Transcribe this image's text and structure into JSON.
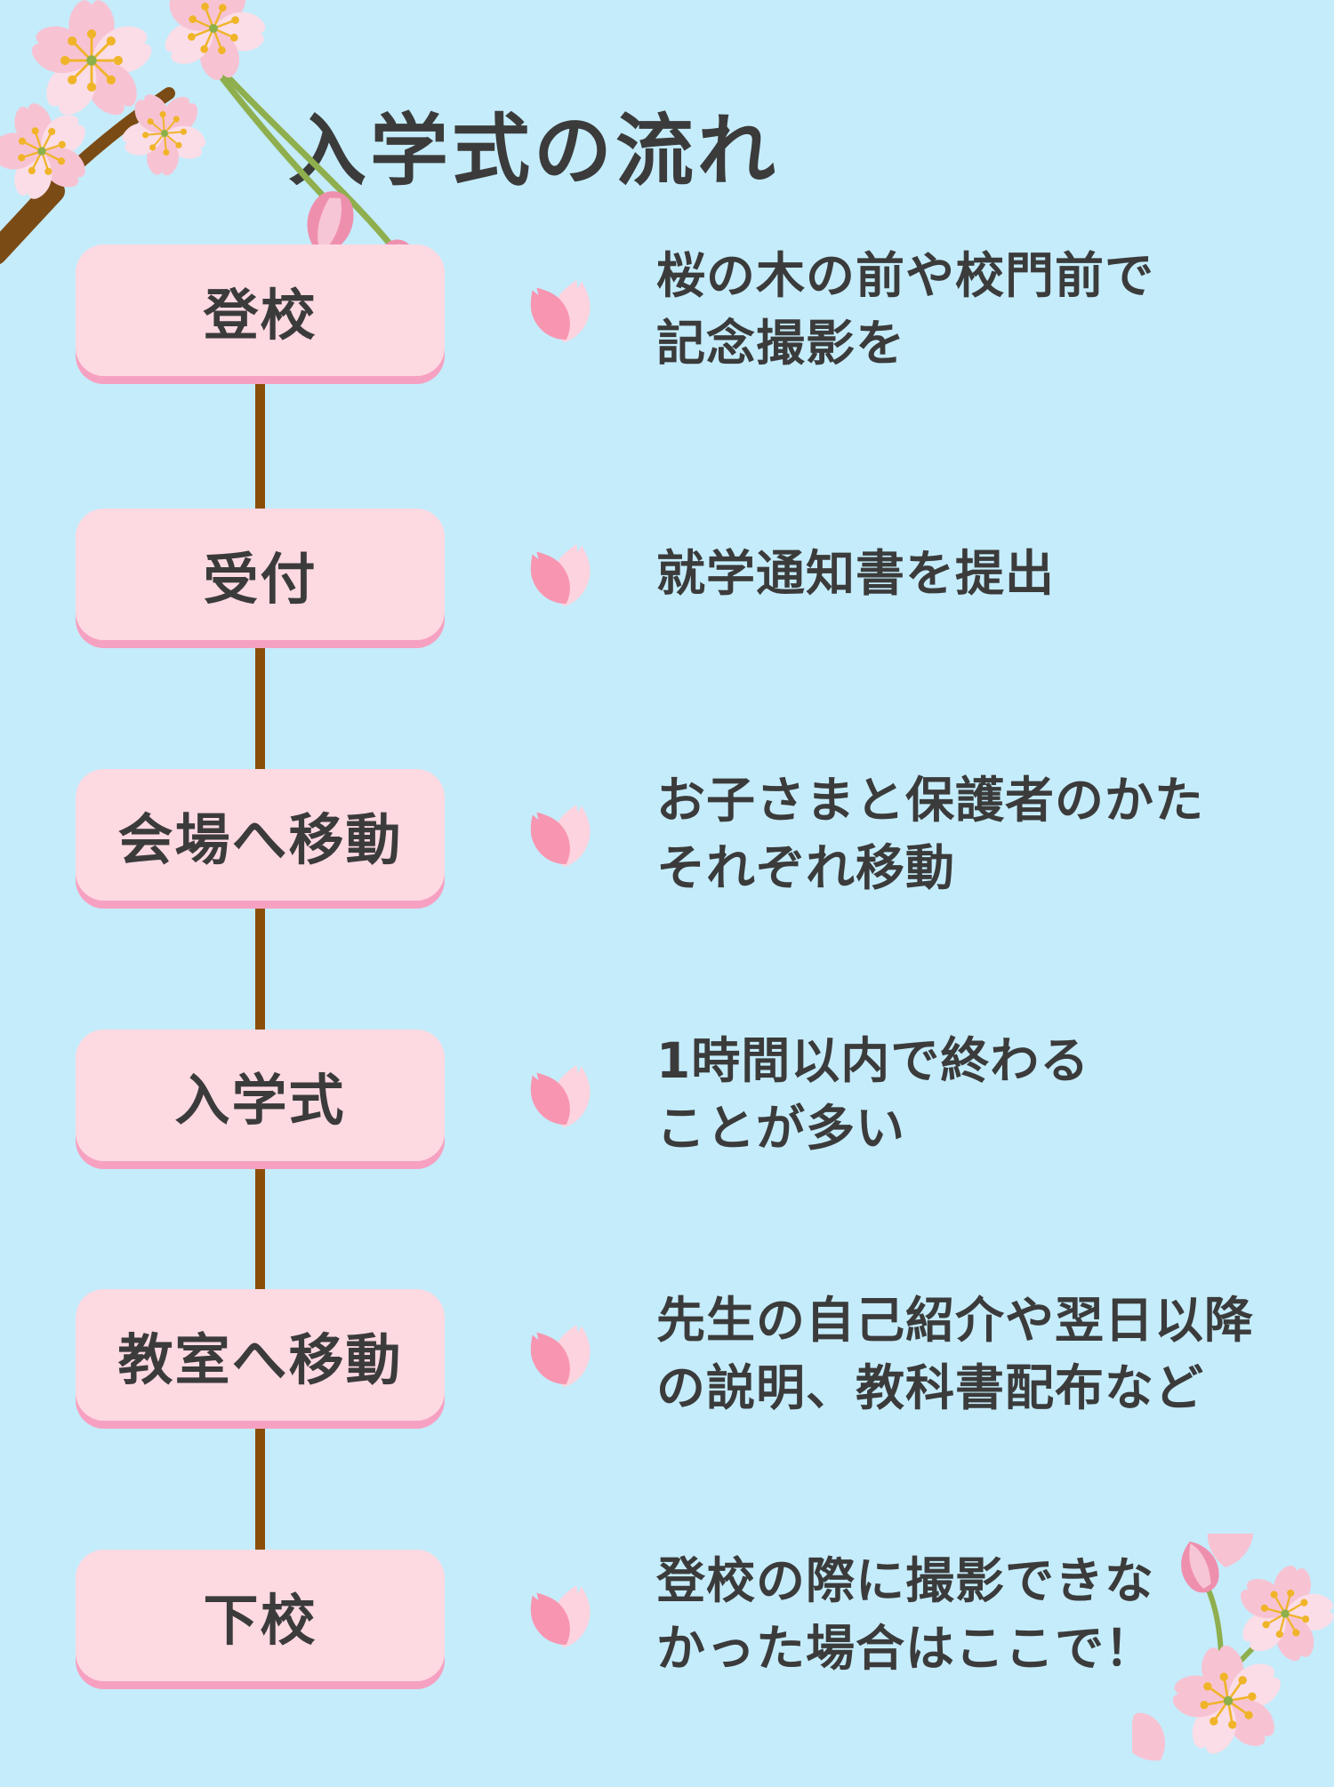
{
  "title": "入学式の流れ",
  "colors": {
    "background": "#c5ecfb",
    "box_fill": "#fdd9e2",
    "box_shadow": "#f6a1c1",
    "timeline_line": "#8a4e08",
    "text": "#3b3b3b",
    "petal_dark": "#f896b1",
    "petal_light": "#fcd3de",
    "blossom_petal": "#f7c3d3",
    "blossom_petal_light": "#fbdde7",
    "blossom_stamen": "#f0b429",
    "blossom_center": "#8cb04a",
    "bud": "#ef8fae",
    "branch": "#7b4b15",
    "stem": "#8faf4e"
  },
  "icons": {
    "step_marker": "sakura-petal-icon",
    "top_left_decoration": "cherry-blossom-cluster",
    "bottom_right_decoration": "cherry-blossom-cluster"
  },
  "steps": [
    {
      "label": "登校",
      "desc": [
        "桜の木の前や校門前で",
        "記念撮影を"
      ]
    },
    {
      "label": "受付",
      "desc": [
        "就学通知書を提出"
      ]
    },
    {
      "label": "会場へ移動",
      "desc": [
        "お子さまと保護者のかた",
        "それぞれ移動"
      ]
    },
    {
      "label": "入学式",
      "desc": [
        "1時間以内で終わる",
        "ことが多い"
      ]
    },
    {
      "label": "教室へ移動",
      "desc": [
        "先生の自己紹介や翌日以降",
        "の説明、教科書配布など"
      ]
    },
    {
      "label": "下校",
      "desc": [
        "登校の際に撮影できな",
        "かった場合はここで！"
      ]
    }
  ]
}
